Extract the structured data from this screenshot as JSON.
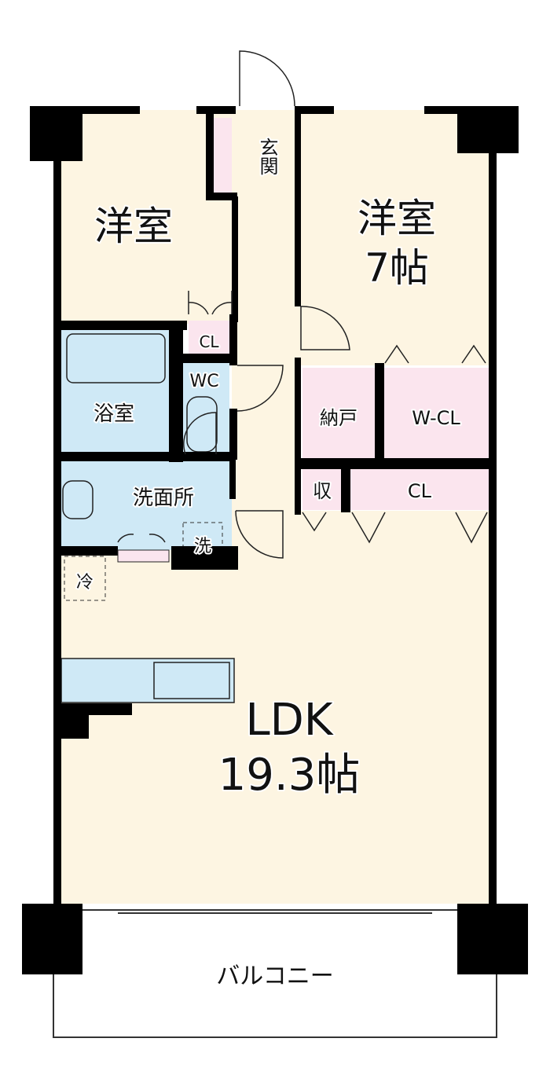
{
  "colors": {
    "room": "#fdf5e2",
    "wet": "#cfe9f6",
    "storage": "#fbe5ee",
    "wall": "#000000"
  },
  "rooms": {
    "western_room_1": {
      "label": "洋室"
    },
    "western_room_2": {
      "label": "洋室",
      "size": "7帖"
    },
    "entrance": {
      "label": "玄関"
    },
    "closet_small": {
      "label": "CL"
    },
    "wc": {
      "label": "WC"
    },
    "bathroom": {
      "label": "浴室"
    },
    "washroom": {
      "label": "洗面所"
    },
    "washer": {
      "label": "洗"
    },
    "fridge": {
      "label": "冷"
    },
    "storeroom": {
      "label": "納戸"
    },
    "walk_in_closet": {
      "label": "W-CL"
    },
    "storage": {
      "label": "収"
    },
    "closet": {
      "label": "CL"
    },
    "ldk": {
      "label": "LDK",
      "size": "19.3帖"
    },
    "balcony": {
      "label": "バルコニー"
    }
  }
}
